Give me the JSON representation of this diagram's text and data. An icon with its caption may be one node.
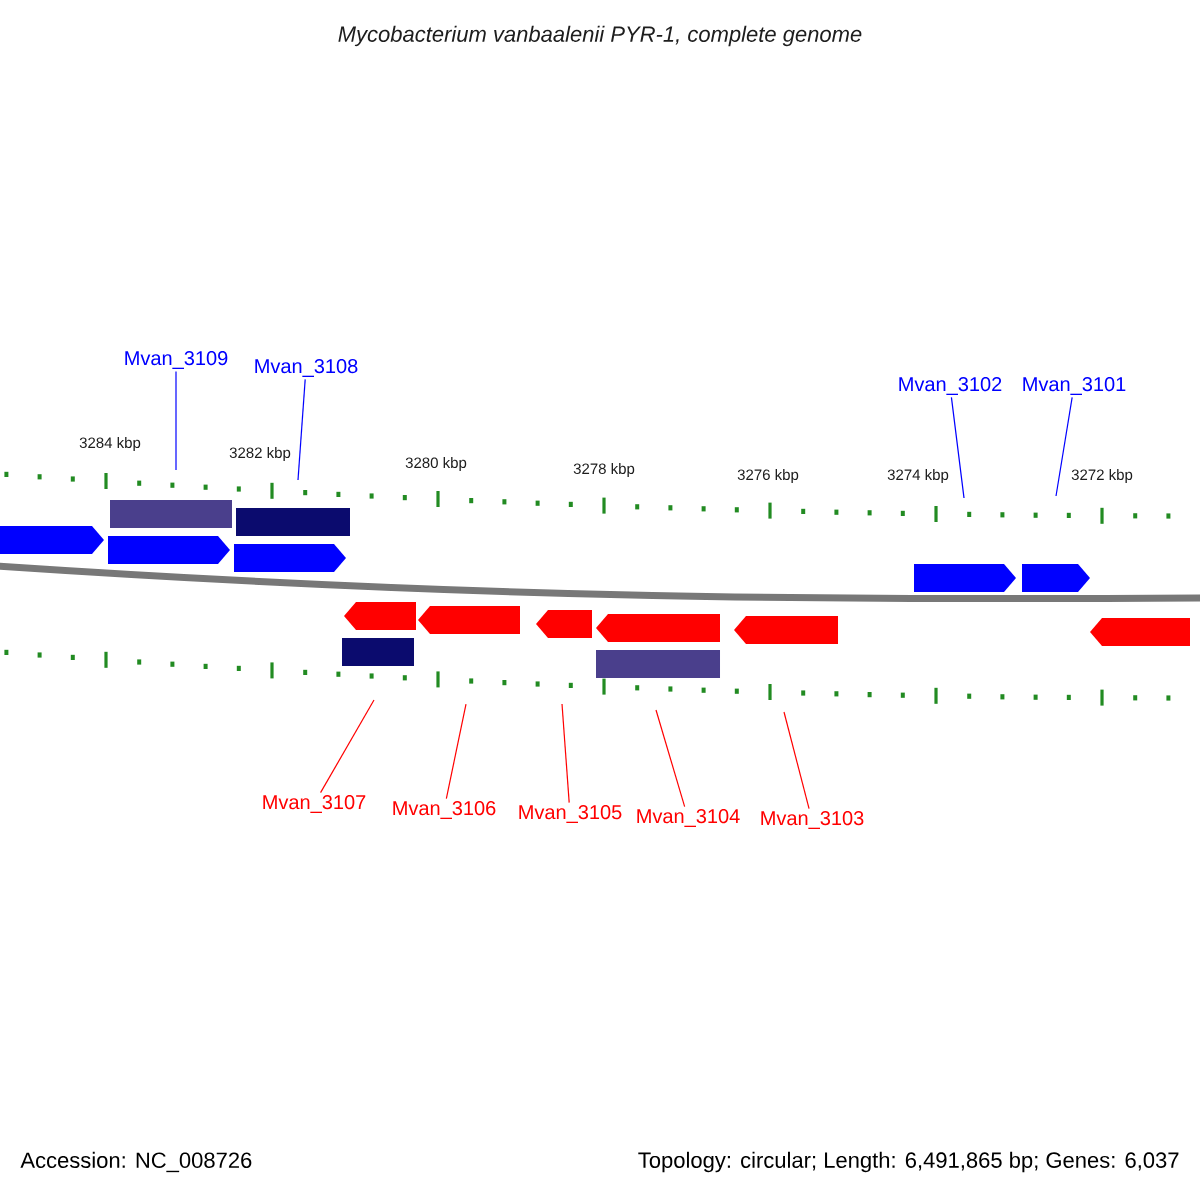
{
  "diagram": {
    "title": "Mycobacterium vanbaalenii PYR-1, complete genome",
    "nodes": [
      {
        "text": [
          "Mvan_3109"
        ]
      },
      {
        "text": [
          "Mvan_3108"
        ]
      },
      {
        "text": [
          "Mvan_3102"
        ]
      },
      {
        "text": [
          "Mvan_3101"
        ]
      },
      {
        "text": [
          "Mvan_3107"
        ]
      },
      {
        "text": [
          "Mvan_3106"
        ]
      },
      {
        "text": [
          "Mvan_3105"
        ]
      },
      {
        "text": [
          "Mvan_3104"
        ]
      },
      {
        "text": [
          "Mvan_3103"
        ]
      }
    ],
    "edges": [
      {
        "from": 0,
        "to": null,
        "arrow": "none",
        "color": "#0000ff"
      },
      {
        "from": 1,
        "to": null,
        "arrow": "none",
        "color": "#0000ff"
      },
      {
        "from": 2,
        "to": null,
        "arrow": "none",
        "color": "#0000ff"
      },
      {
        "from": 3,
        "to": null,
        "arrow": "none",
        "color": "#0000ff"
      },
      {
        "from": 4,
        "to": null,
        "arrow": "none"
      },
      {
        "from": 5,
        "to": null,
        "arrow": "none"
      },
      {
        "from": 6,
        "to": null,
        "arrow": "none"
      },
      {
        "from": 7,
        "to": null,
        "arrow": "none"
      },
      {
        "from": 8,
        "to": null,
        "arrow": "none"
      }
    ],
    "labels": [
      "3284 kbp",
      "3282 kbp",
      "3280 kbp",
      "3278 kbp",
      "3276 kbp",
      "3274 kbp",
      "3272 kbp",
      "Accession: NC_008726",
      "Topology: circular; Length: 6,491,865 bp; Genes: 6,037"
    ]
  }
}
